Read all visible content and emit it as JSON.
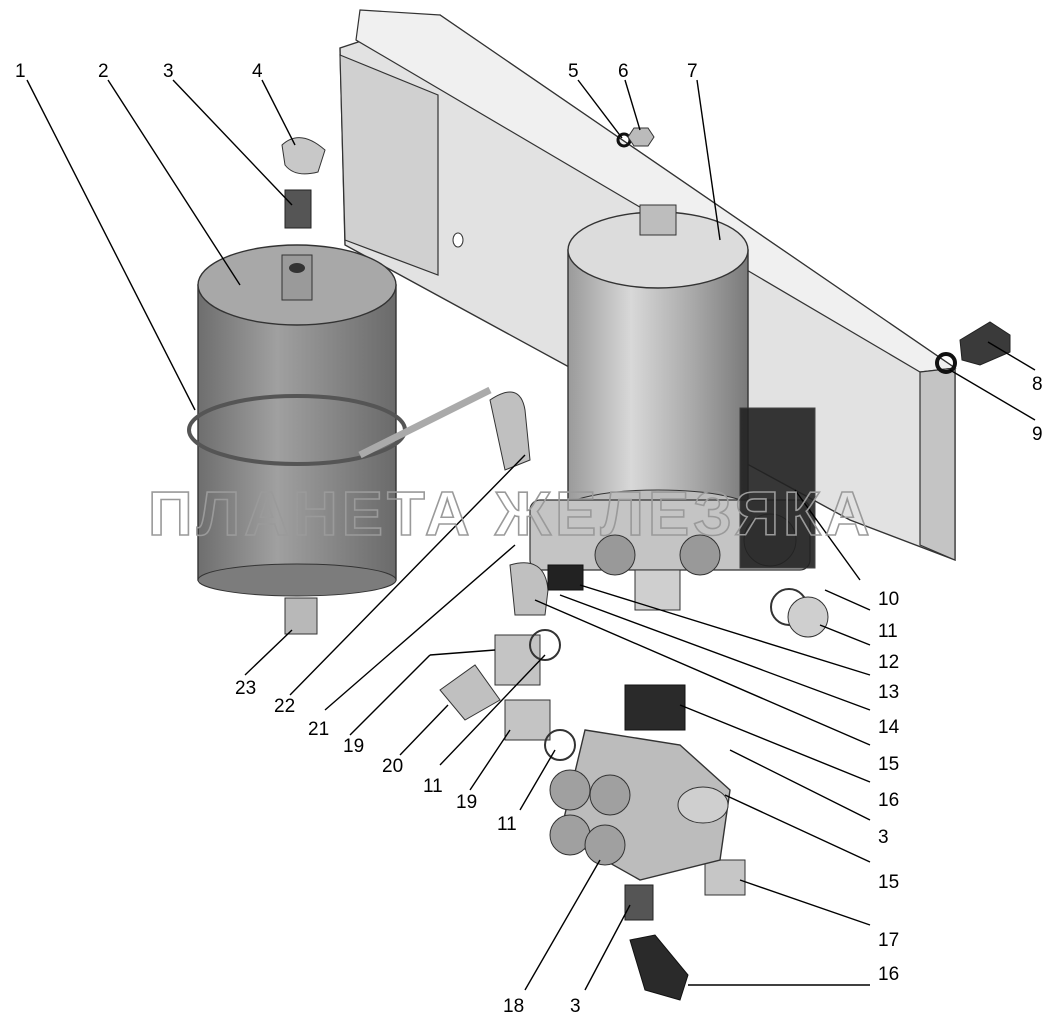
{
  "watermark": "ПЛАНЕТА ЖЕЛЕЗЯКА",
  "callouts": [
    "1",
    "2",
    "3",
    "4",
    "5",
    "6",
    "7",
    "8",
    "9",
    "10",
    "11",
    "12",
    "13",
    "14",
    "15",
    "16",
    "3",
    "15",
    "17",
    "16",
    "18",
    "3",
    "19",
    "20",
    "11",
    "19",
    "11",
    "21",
    "22",
    "23"
  ],
  "colors": {
    "metal": "#c8c8c8",
    "dark": "#2b2b2b",
    "panel": "#e4e4e4",
    "tank": "#8a8a8a"
  }
}
